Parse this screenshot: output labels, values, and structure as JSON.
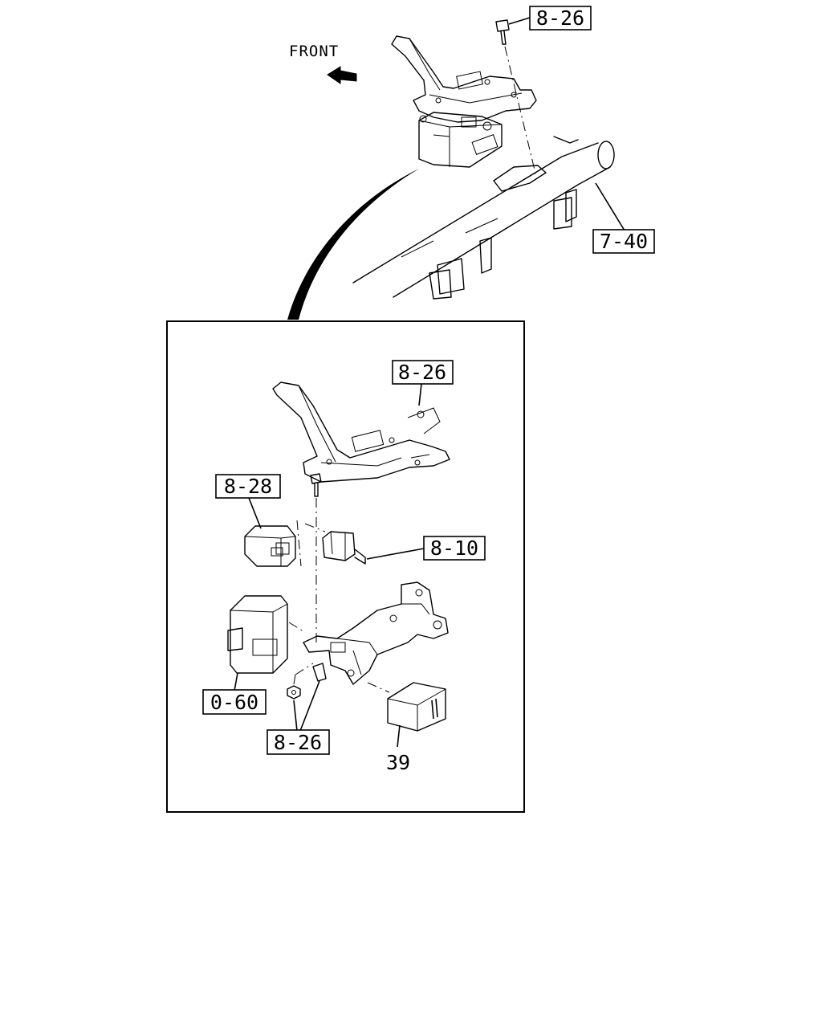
{
  "diagram": {
    "direction_label": "FRONT",
    "callouts": {
      "top_bolt": "8-26",
      "bar_ref": "7-40",
      "detail_bracket": "8-26",
      "left_module": "8-28",
      "connector": "8-10",
      "control_unit": "0-60",
      "fasteners": "8-26",
      "relay_part_no": "39"
    }
  }
}
